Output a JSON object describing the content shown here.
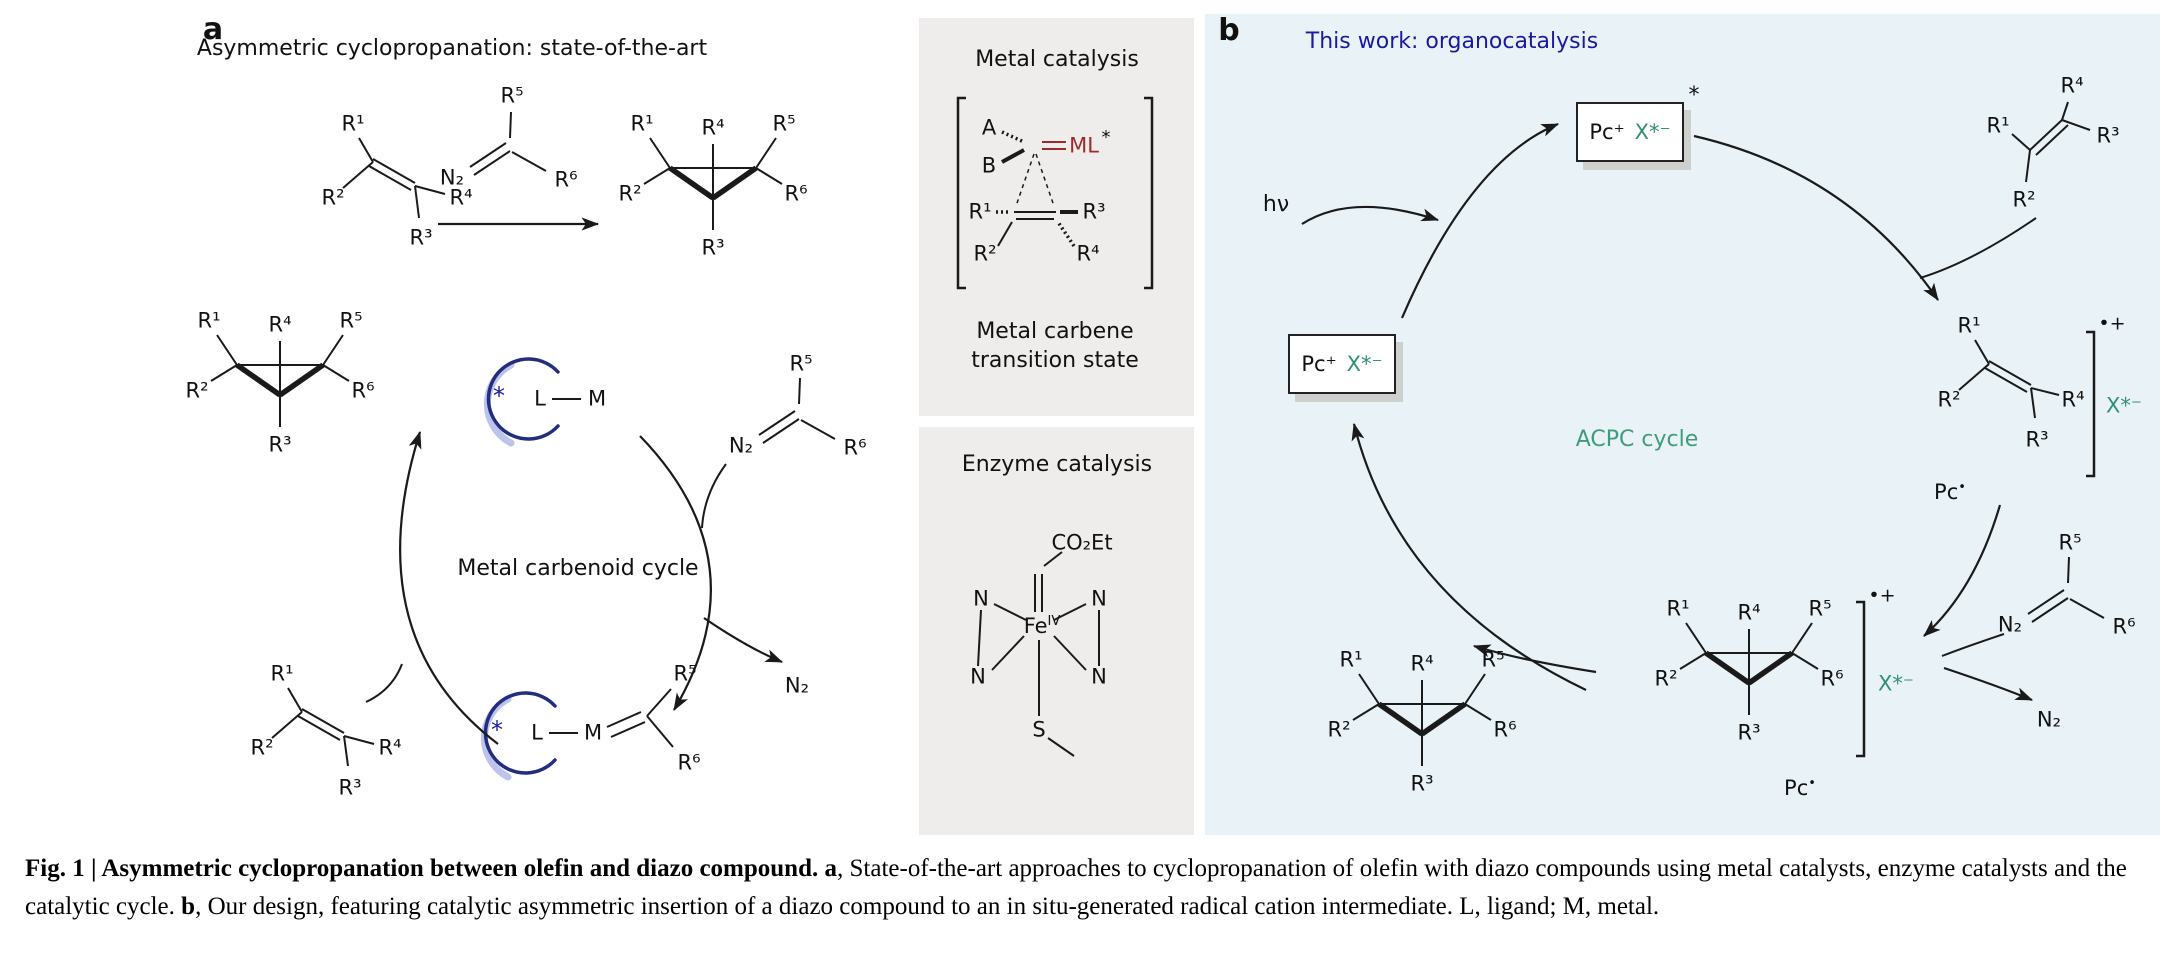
{
  "panel_a": {
    "tag": "a",
    "title": "Asymmetric cyclopropanation: state-of-the-art",
    "cycle_label": "Metal carbenoid cycle",
    "n2_released": "N₂",
    "catalyst": {
      "star": "*",
      "l": "L",
      "m": "M"
    }
  },
  "middle": {
    "metal_title": "Metal catalysis",
    "metal_caption_line1": "Metal carbene",
    "metal_caption_line2": "transition state",
    "ts": {
      "a": "A",
      "b": "B",
      "ml": "ML",
      "star": "*"
    },
    "enzyme_title": "Enzyme catalysis",
    "enzyme": {
      "co2et": "CO₂Et",
      "fe": "Fe",
      "ox": "IV",
      "n": "N",
      "s": "S"
    }
  },
  "panel_b": {
    "tag": "b",
    "title": "This work: organocatalysis",
    "hv": "hν",
    "acpc_label": "ACPC cycle",
    "pc_plus": "Pc⁺",
    "x_star": "X*⁻",
    "excited_star": "*",
    "pc": "Pc",
    "radical_dot": "•",
    "radical_cation": "•+",
    "n2_released": "N₂"
  },
  "labels": {
    "r1": "R¹",
    "r2": "R²",
    "r3": "R³",
    "r4": "R⁴",
    "r5": "R⁵",
    "r6": "R⁶",
    "n2": "N₂"
  },
  "colors": {
    "panel_b_bg": "#e9f2f6",
    "gray_box_bg": "#efedeb",
    "navy_title": "#1a1a9e",
    "acpc_green": "#3f9c78",
    "x_star_teal": "#2f8f7a",
    "ml_red": "#9b2b2b",
    "ligand_arc_blue": "#232d7e",
    "ligand_arc_light": "#bcc4ec"
  },
  "caption": {
    "runs": [
      {
        "text": "Fig. 1 | Asymmetric cyclopropanation between olefin and diazo compound. ",
        "bold": true
      },
      {
        "text": "a",
        "bold": true
      },
      {
        "text": ", State-of-the-art approaches to cyclopropanation of olefin with diazo compounds using metal catalysts, enzyme catalysts and the catalytic cycle. ",
        "bold": false
      },
      {
        "text": "b",
        "bold": true
      },
      {
        "text": ", Our design, featuring catalytic asymmetric insertion of a diazo compound to an in situ-generated radical cation intermediate. L, ligand; M, metal.",
        "bold": false
      }
    ]
  }
}
